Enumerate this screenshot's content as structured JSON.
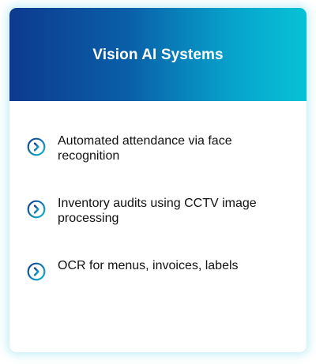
{
  "card": {
    "title": "Vision AI Systems",
    "features": [
      {
        "text": "Automated attendance via face recognition",
        "icon": "chevron-right-circle-icon"
      },
      {
        "text": "Inventory audits using CCTV image processing",
        "icon": "chevron-right-circle-icon"
      },
      {
        "text": "OCR for menus, invoices, labels",
        "icon": "chevron-right-circle-icon"
      }
    ]
  },
  "colors": {
    "header_gradient_start": "#0d3a8e",
    "header_gradient_end": "#07c2d6",
    "icon_gradient_start": "#0d3a8e",
    "icon_gradient_end": "#12b7d4",
    "glow": "#40c8e1",
    "text": "#111111"
  }
}
